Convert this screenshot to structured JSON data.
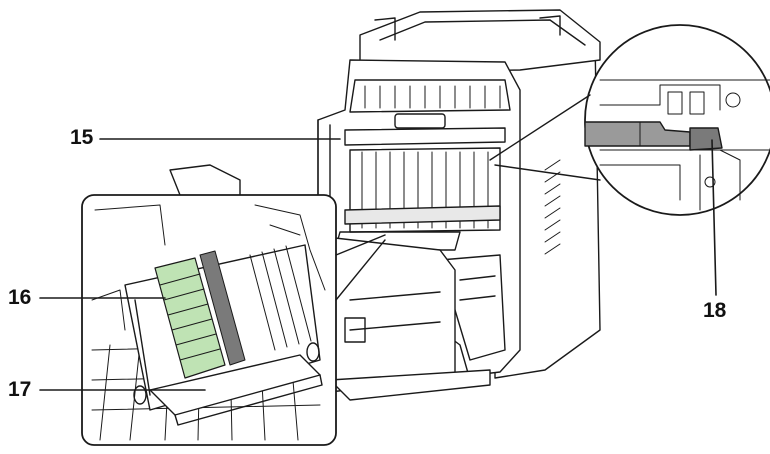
{
  "callouts": {
    "c15": "15",
    "c16": "16",
    "c17": "17",
    "c18": "18"
  },
  "colors": {
    "line": "#1a1a1a",
    "highlight": "#bfe3b4",
    "dark_part": "#7a7a7a",
    "background": "#ffffff"
  }
}
